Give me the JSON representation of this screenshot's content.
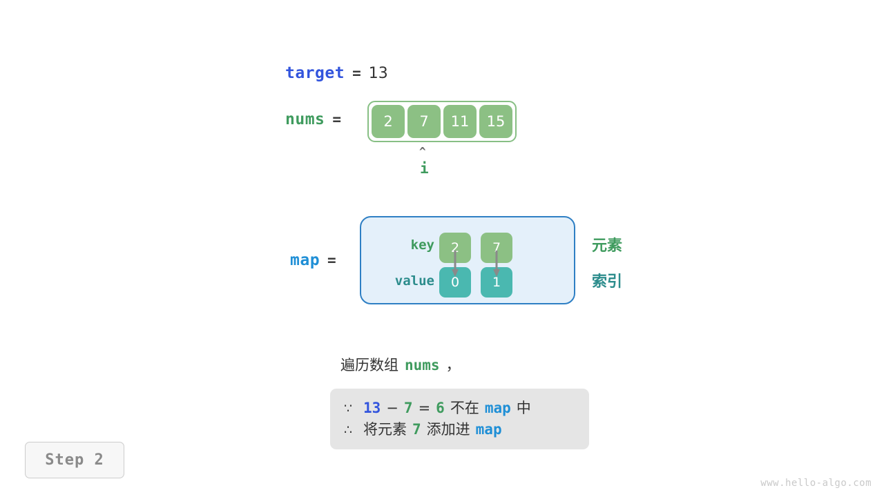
{
  "target": {
    "name": "target",
    "equals": "=",
    "value": "13"
  },
  "nums": {
    "name": "nums",
    "equals": "=",
    "cells": [
      "2",
      "7",
      "11",
      "15"
    ]
  },
  "pointer": {
    "caret": "^",
    "label": "i",
    "index": 1
  },
  "map": {
    "name": "map",
    "equals": "=",
    "key_label": "key",
    "value_label": "value",
    "entries": [
      {
        "key": "2",
        "value": "0"
      },
      {
        "key": "7",
        "value": "1"
      }
    ],
    "annotations": {
      "element": "元素",
      "index": "索引"
    }
  },
  "caption": {
    "prefix": "遍历数组",
    "array_name": "nums",
    "suffix": "，"
  },
  "explanation": {
    "line1": {
      "symbol": "∵",
      "target": "13",
      "minus": "−",
      "current": "7",
      "equals": "=",
      "result": "6",
      "not_in": "不在",
      "map": "map",
      "tail": "中"
    },
    "line2": {
      "symbol": "∴",
      "action": "将元素",
      "element": "7",
      "verb": "添加进",
      "map": "map"
    }
  },
  "step": {
    "label": "Step 2"
  },
  "watermark": {
    "text": "www.hello-algo.com"
  },
  "colors": {
    "cell_green": "#8cc084",
    "cell_teal": "#4ab8b0",
    "map_bg": "#e4f0fa",
    "map_border": "#2e7fc4",
    "accent_blue": "#1f8fd6",
    "accent_blue_dark": "#3355dd",
    "accent_green": "#3f9b5e",
    "accent_teal": "#2c8c8c",
    "explain_bg": "#e5e5e5"
  }
}
